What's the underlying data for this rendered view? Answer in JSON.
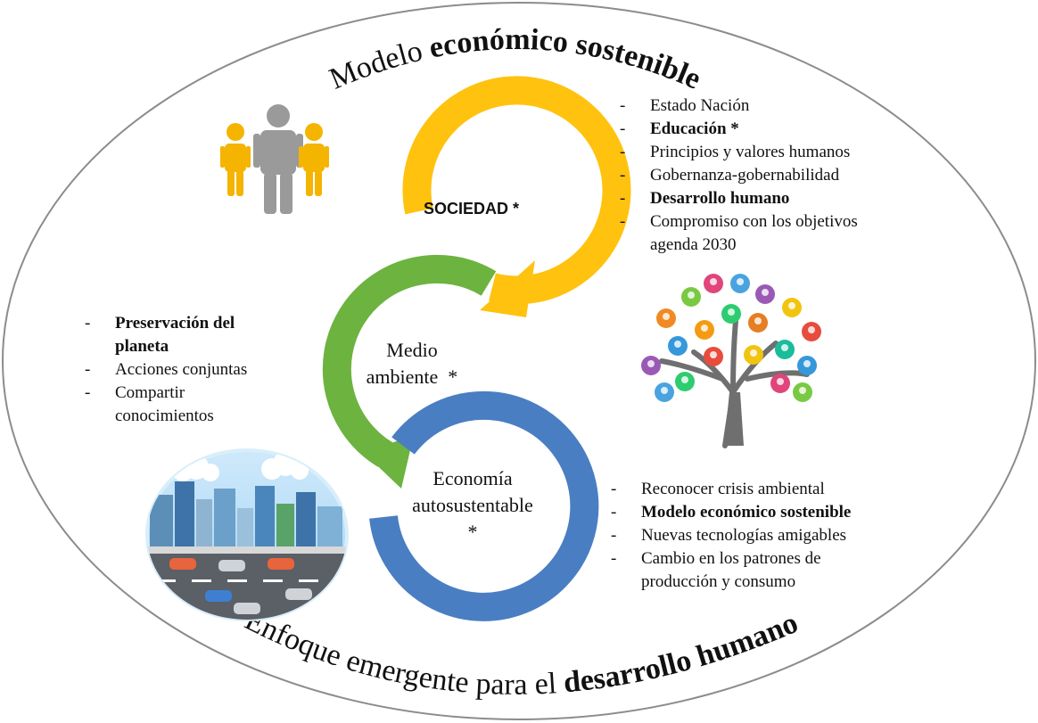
{
  "outer": {
    "top_title": {
      "regular": "Modelo ",
      "bold": "económico sostenible"
    },
    "bottom_title": {
      "regular": "Enfoque emergente para el ",
      "bold": "desarrollo humano"
    }
  },
  "cycle": {
    "society": {
      "label": "SOCIEDAD *",
      "color": "#FFC20E"
    },
    "environment": {
      "line1": "Medio",
      "line2": "ambiente  *",
      "color": "#6CB33F"
    },
    "economy": {
      "line1": "Economía",
      "line2": "autosustentable",
      "line3": "*",
      "color": "#4A7EC2"
    }
  },
  "society_list": [
    {
      "text": "Estado Nación",
      "bold": false
    },
    {
      "text": "Educación *",
      "bold": true
    },
    {
      "text": "Principios y valores humanos",
      "bold": false
    },
    {
      "text": "Gobernanza-gobernabilidad",
      "bold": false
    },
    {
      "text": "Desarrollo humano",
      "bold": true
    },
    {
      "text": "Compromiso con los objetivos",
      "bold": false,
      "cont": "agenda 2030"
    }
  ],
  "environment_list": [
    {
      "text": "Preservación del",
      "bold": true,
      "cont": "planeta"
    },
    {
      "text": "Acciones conjuntas",
      "bold": false
    },
    {
      "text": "Compartir",
      "bold": false,
      "cont": "conocimientos"
    }
  ],
  "economy_list": [
    {
      "text": "Reconocer crisis ambiental",
      "bold": false
    },
    {
      "text": "Modelo económico sostenible",
      "bold": true
    },
    {
      "text": "Nuevas tecnologías amigables",
      "bold": false
    },
    {
      "text": "Cambio en los patrones de",
      "bold": false,
      "cont": "producción y consumo"
    }
  ],
  "illustrations": {
    "people": "people-icon",
    "tree": "people-tree-icon",
    "city": "city-traffic-icon"
  }
}
